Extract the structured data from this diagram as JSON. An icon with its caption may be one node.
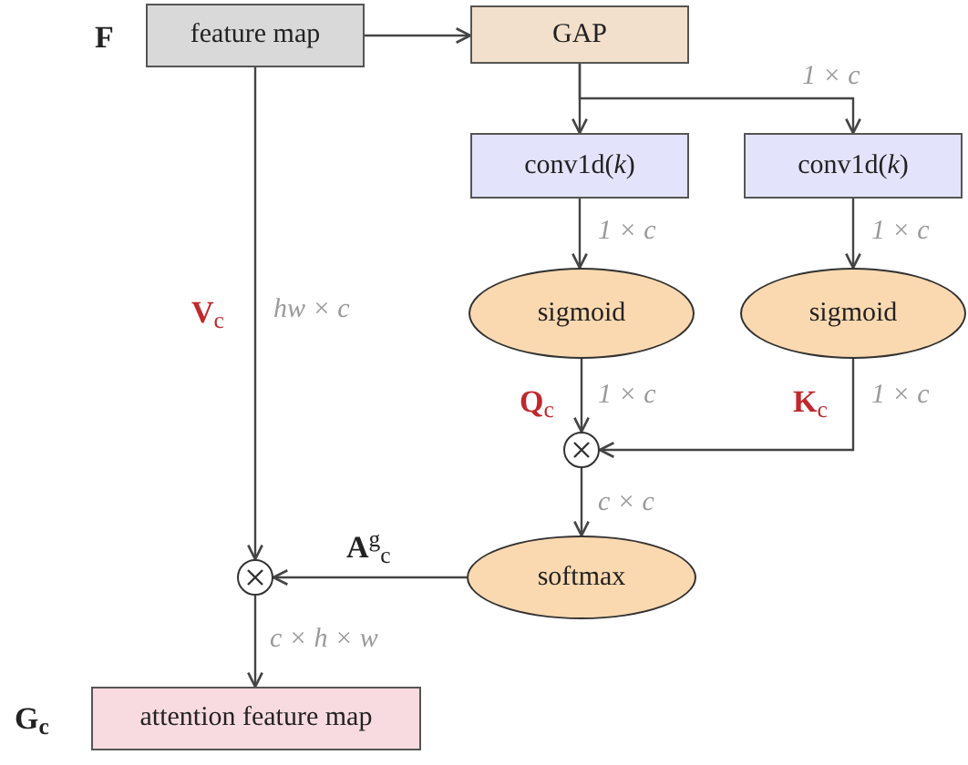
{
  "diagram": {
    "nodes": [
      {
        "text": [
          "feature map"
        ],
        "beside": [
          "F"
        ]
      },
      {
        "text": [
          "GAP"
        ]
      },
      {
        "text": [
          "conv1d(*k*)"
        ]
      },
      {
        "text": [
          "conv1d(*k*)"
        ]
      },
      {
        "text": [
          "sigmoid"
        ]
      },
      {
        "text": [
          "sigmoid"
        ]
      },
      {
        "text": [],
        "shape": "circle"
      },
      {
        "text": [
          "softmax"
        ]
      },
      {
        "text": [],
        "shape": "circle"
      },
      {
        "text": [
          "attention feature map"
        ],
        "beside": [
          "**G**$_{c}$"
        ]
      }
    ],
    "edges": [
      {
        "from": 0,
        "to": 1,
        "arrow": "to"
      },
      {
        "from": 1,
        "to": 2,
        "arrow": "to"
      },
      {
        "from": 1,
        "to": 3,
        "arrow": "to",
        "label": "1 × c"
      },
      {
        "from": 2,
        "to": 4,
        "arrow": "to",
        "label": "1 × c"
      },
      {
        "from": 3,
        "to": 5,
        "arrow": "to",
        "label": "1 × c"
      },
      {
        "from": 4,
        "to": 6,
        "arrow": "to",
        "label": "1 × c"
      },
      {
        "from": 5,
        "to": 6,
        "arrow": "to",
        "label": "1 × c"
      },
      {
        "from": 6,
        "to": 7,
        "arrow": "to",
        "label": "c × c"
      },
      {
        "from": 7,
        "to": 8,
        "arrow": "to"
      },
      {
        "from": 0,
        "to": 8,
        "arrow": "to",
        "label": "hw × c"
      },
      {
        "from": 8,
        "to": 9,
        "arrow": "to",
        "label": "c × h × w"
      }
    ],
    "labels": [
      "**V**$_{c}$",
      "**Q**$_{c}$",
      "**K**$_{c}$",
      "**A**$^{g}$$_{c}$"
    ]
  }
}
